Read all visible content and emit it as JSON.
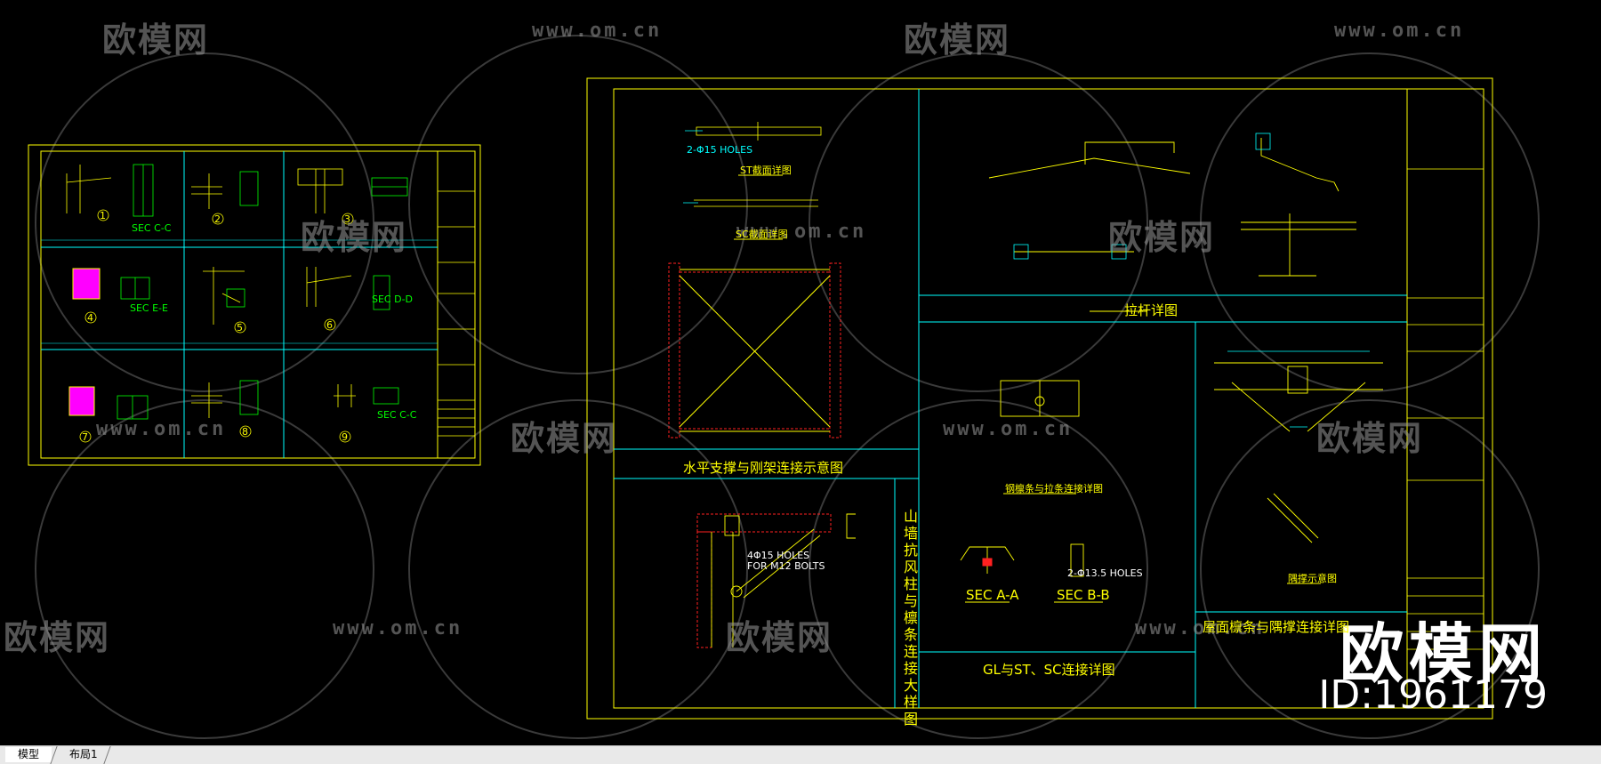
{
  "watermark": {
    "logo": "欧模网",
    "url": "www.om.cn",
    "big_logo": "欧模网",
    "id": "ID:1961179"
  },
  "drawing": {
    "left_sheet": {
      "details": [
        "1",
        "2",
        "3",
        "4",
        "5",
        "6",
        "7",
        "8",
        "9"
      ],
      "sec_labels": [
        "SEC C-C",
        "SEC E-E",
        "SEC D-D",
        "SEC C-C"
      ]
    },
    "right_sheet": {
      "st_title": "ST截面详图",
      "sc_title": "SC截面详图",
      "brace_title": "水平支撑与刚架连接示意图",
      "rod_title": "拉杆详图",
      "gable_title": "山墙抗风柱与檩条连接大样图",
      "steel_title": "钢檩条与拉条连接详图",
      "sec_a": "SEC A-A",
      "sec_b": "SEC B-B",
      "gl_title": "GL与ST、SC连接详图",
      "corner_title": "屋面檩条与隅撑连接详图",
      "corner_small": "隅撑示意图",
      "holes_a": "2-Φ15 HOLES",
      "holes_b": "4Φ15 HOLES",
      "holes_b2": "FOR M12 BOLTS",
      "holes_c": "2-Φ13.5 HOLES"
    }
  },
  "tabs": [
    {
      "label": "模型",
      "active": true
    },
    {
      "label": "布局1",
      "active": false
    }
  ],
  "colors": {
    "frame": "#ffff00",
    "grid": "#00ffff",
    "accent": "#ff00ff",
    "detail": "#00ff00",
    "red": "#ff2020",
    "white": "#ffffff"
  }
}
